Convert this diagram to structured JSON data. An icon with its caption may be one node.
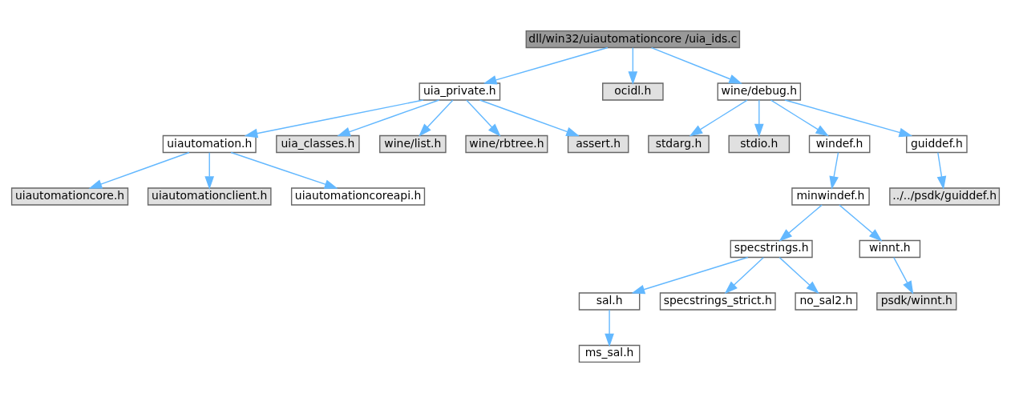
{
  "diagram": {
    "nodes": [
      {
        "text": [
          "dll/win32/uiautomationcore /uia_ids.c"
        ]
      },
      {
        "text": [
          "uia_private.h"
        ]
      },
      {
        "text": [
          "ocidl.h"
        ]
      },
      {
        "text": [
          "wine/debug.h"
        ]
      },
      {
        "text": [
          "uiautomation.h"
        ]
      },
      {
        "text": [
          "uia_classes.h"
        ]
      },
      {
        "text": [
          "wine/list.h"
        ]
      },
      {
        "text": [
          "wine/rbtree.h"
        ]
      },
      {
        "text": [
          "assert.h"
        ]
      },
      {
        "text": [
          "stdarg.h"
        ]
      },
      {
        "text": [
          "stdio.h"
        ]
      },
      {
        "text": [
          "windef.h"
        ]
      },
      {
        "text": [
          "guiddef.h"
        ]
      },
      {
        "text": [
          "uiautomationcore.h"
        ]
      },
      {
        "text": [
          "uiautomationclient.h"
        ]
      },
      {
        "text": [
          "uiautomationcoreapi.h"
        ]
      },
      {
        "text": [
          "minwindef.h"
        ]
      },
      {
        "text": [
          "../../psdk/guiddef.h"
        ]
      },
      {
        "text": [
          "specstrings.h"
        ]
      },
      {
        "text": [
          "winnt.h"
        ]
      },
      {
        "text": [
          "sal.h"
        ]
      },
      {
        "text": [
          "specstrings_strict.h"
        ]
      },
      {
        "text": [
          "no_sal2.h"
        ]
      },
      {
        "text": [
          "psdk/winnt.h"
        ]
      },
      {
        "text": [
          "ms_sal.h"
        ]
      }
    ],
    "edges": [
      {
        "from": 0,
        "to": 1,
        "arrow": "to"
      },
      {
        "from": 0,
        "to": 2,
        "arrow": "to"
      },
      {
        "from": 0,
        "to": 3,
        "arrow": "to"
      },
      {
        "from": 1,
        "to": 4,
        "arrow": "to"
      },
      {
        "from": 1,
        "to": 5,
        "arrow": "to"
      },
      {
        "from": 1,
        "to": 6,
        "arrow": "to"
      },
      {
        "from": 1,
        "to": 7,
        "arrow": "to"
      },
      {
        "from": 1,
        "to": 8,
        "arrow": "to"
      },
      {
        "from": 3,
        "to": 9,
        "arrow": "to"
      },
      {
        "from": 3,
        "to": 10,
        "arrow": "to"
      },
      {
        "from": 3,
        "to": 11,
        "arrow": "to"
      },
      {
        "from": 3,
        "to": 12,
        "arrow": "to"
      },
      {
        "from": 4,
        "to": 13,
        "arrow": "to"
      },
      {
        "from": 4,
        "to": 14,
        "arrow": "to"
      },
      {
        "from": 4,
        "to": 15,
        "arrow": "to"
      },
      {
        "from": 11,
        "to": 16,
        "arrow": "to"
      },
      {
        "from": 12,
        "to": 17,
        "arrow": "to"
      },
      {
        "from": 16,
        "to": 18,
        "arrow": "to"
      },
      {
        "from": 16,
        "to": 19,
        "arrow": "to"
      },
      {
        "from": 18,
        "to": 20,
        "arrow": "to"
      },
      {
        "from": 18,
        "to": 21,
        "arrow": "to"
      },
      {
        "from": 18,
        "to": 22,
        "arrow": "to"
      },
      {
        "from": 19,
        "to": 23,
        "arrow": "to"
      },
      {
        "from": 20,
        "to": 24,
        "arrow": "to"
      }
    ]
  }
}
